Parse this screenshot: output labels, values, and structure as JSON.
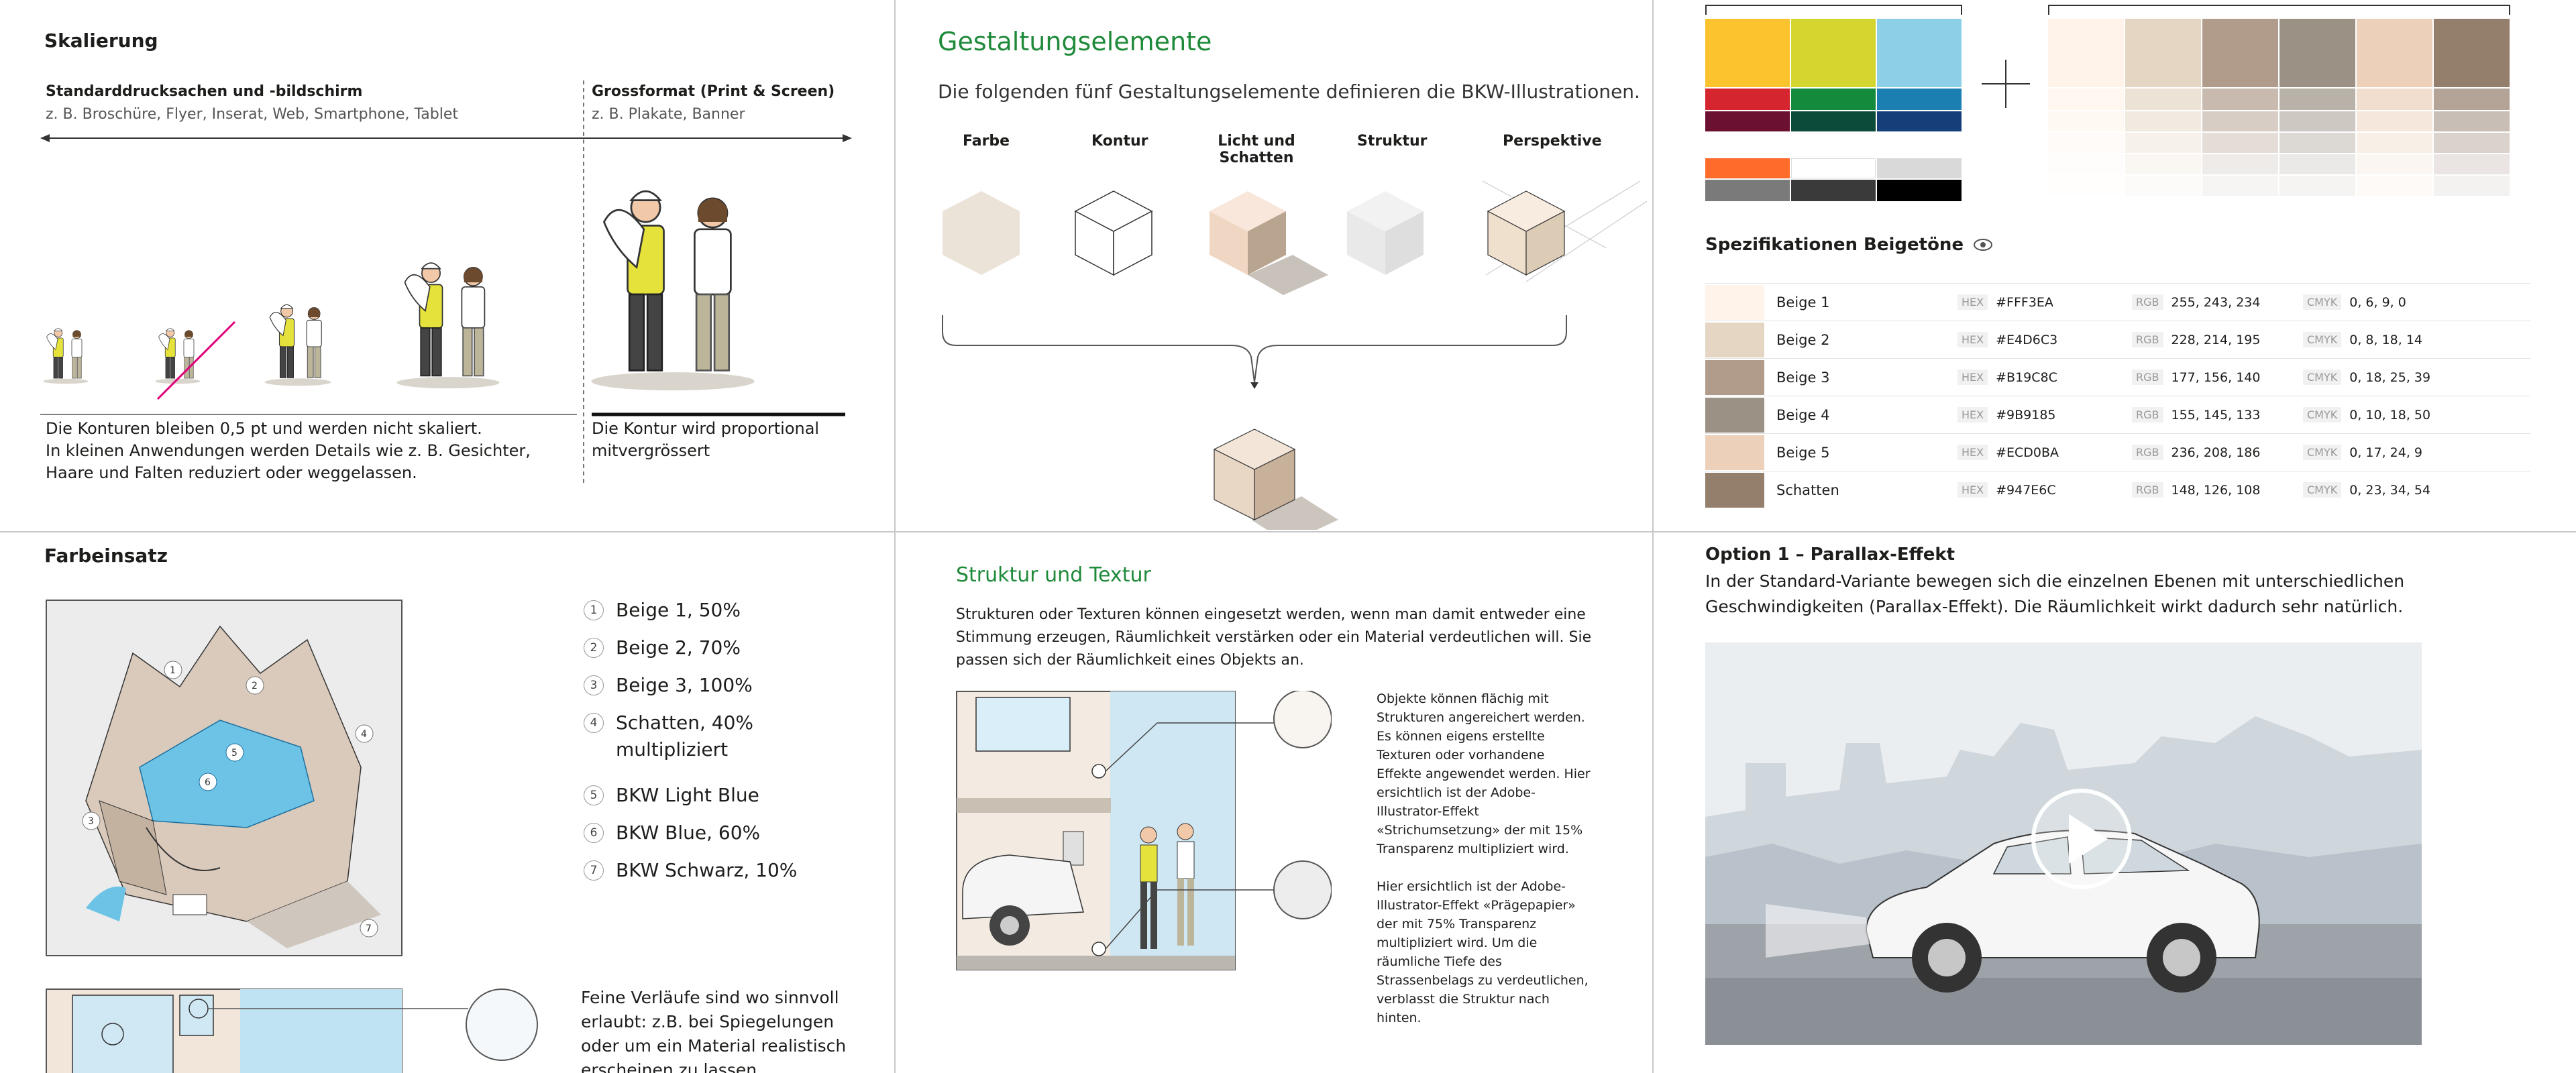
{
  "skalierung": {
    "title": "Skalierung",
    "std_heading": "Standarddrucksachen und -bildschirm",
    "std_sub": "z. B. Broschüre, Flyer, Inserat, Web, Smartphone, Tablet",
    "gross_heading": "Grossformat (Print & Screen)",
    "gross_sub": "z. B. Plakate, Banner",
    "note_left_1": "Die Konturen bleiben 0,5 pt und werden nicht skaliert.",
    "note_left_2": "In kleinen Anwendungen werden Details wie z. B. Gesichter,",
    "note_left_3": "Haare und Falten reduziert oder weggelassen.",
    "note_right_1": "Die Kontur wird proportional",
    "note_right_2": "mitvergrössert"
  },
  "gestaltung": {
    "title": "Gestaltungselemente",
    "intro": "Die folgenden fünf Gestaltungselemente definieren die BKW-Illustrationen.",
    "labels": [
      "Farbe",
      "Kontur",
      "Licht und",
      "Schatten",
      "Struktur",
      "Perspektive"
    ]
  },
  "colors": {
    "primary": [
      "#fbc32d",
      "#d4d52f",
      "#8ecfe8"
    ],
    "primary_dark": [
      "#d5252e",
      "#138a3c",
      "#1b7fb1"
    ],
    "primary_darker": [
      "#6b1030",
      "#0c4b3a",
      "#163f7a"
    ],
    "secondary": [
      "#ff6b2b",
      "#ffffff",
      "#d9d9d9"
    ],
    "secondary_dark": [
      "#7a7a7a",
      "#3a3a3a",
      "#000000"
    ],
    "beige": [
      "#FFF3EA",
      "#E4D6C3",
      "#B19C8C",
      "#9B9185",
      "#ECD0BA",
      "#947E6C"
    ]
  },
  "spec": {
    "title": "Spezifikationen Beigetöne",
    "rows": [
      {
        "name": "Beige 1",
        "hex": "#FFF3EA",
        "rgb": "255, 243, 234",
        "cmyk": "0, 6, 9, 0",
        "color": "#FFF3EA"
      },
      {
        "name": "Beige 2",
        "hex": "#E4D6C3",
        "rgb": "228, 214, 195",
        "cmyk": "0, 8, 18, 14",
        "color": "#E4D6C3"
      },
      {
        "name": "Beige 3",
        "hex": "#B19C8C",
        "rgb": "177, 156, 140",
        "cmyk": "0, 18, 25, 39",
        "color": "#B19C8C"
      },
      {
        "name": "Beige 4",
        "hex": "#9B9185",
        "rgb": "155, 145, 133",
        "cmyk": "0, 10, 18, 50",
        "color": "#9B9185"
      },
      {
        "name": "Beige 5",
        "hex": "#ECD0BA",
        "rgb": "236, 208, 186",
        "cmyk": "0, 17, 24, 9",
        "color": "#ECD0BA"
      },
      {
        "name": "Schatten",
        "hex": "#947E6C",
        "rgb": "148, 126, 108",
        "cmyk": "0, 23, 34, 54",
        "color": "#947E6C"
      }
    ],
    "hex_label": "HEX",
    "rgb_label": "RGB",
    "cmyk_label": "CMYK"
  },
  "farbeinsatz": {
    "title": "Farbeinsatz",
    "legend": [
      {
        "n": "1",
        "text": "Beige 1, 50%"
      },
      {
        "n": "2",
        "text": "Beige 2, 70%"
      },
      {
        "n": "3",
        "text": "Beige 3, 100%"
      },
      {
        "n": "4",
        "text": "Schatten, 40%"
      },
      {
        "n": "5",
        "text": "BKW Light Blue"
      },
      {
        "n": "6",
        "text": "BKW Blue, 60%"
      },
      {
        "n": "7",
        "text": "BKW Schwarz, 10%"
      }
    ],
    "legend_4b": "multipliziert",
    "verlauf_1": "Feine Verläufe sind wo sinnvoll",
    "verlauf_2": "erlaubt: z.B. bei Spiegelungen",
    "verlauf_3": "oder um ein Material realistisch",
    "verlauf_4": "erscheinen zu lassen."
  },
  "struktur": {
    "title": "Struktur und Textur",
    "p1": "Strukturen oder Texturen können eingesetzt werden, wenn man damit entweder eine",
    "p2": "Stimmung erzeugen, Räumlichkeit verstärken oder ein Material verdeutlichen will. Sie",
    "p3": "passen sich der Räumlichkeit eines Objekts an.",
    "side1": [
      "Objekte können flächig mit",
      "Strukturen angereichert werden.",
      "Es können eigens erstellte",
      "Texturen oder vorhandene",
      "Effekte angewendet werden. Hier",
      "ersichtlich ist der Adobe-",
      "Illustrator-Effekt",
      "«Strichumsetzung» der mit 15%",
      "Transparenz multipliziert wird."
    ],
    "side2": [
      "Hier ersichtlich ist der Adobe-",
      "Illustrator-Effekt «Prägepapier»",
      "der mit 75% Transparenz",
      "multipliziert wird. Um die",
      "räumliche Tiefe des",
      "Strassenbelags zu verdeutlichen,",
      "verblasst die Struktur nach",
      "hinten."
    ]
  },
  "option1": {
    "title": "Option 1 – Parallax-Effekt",
    "line1": "In der Standard-Variante bewegen sich die einzelnen Ebenen mit unterschiedlichen",
    "line2": "Geschwindigkeiten (Parallax-Effekt). Die Räumlichkeit wirkt dadurch sehr natürlich."
  }
}
